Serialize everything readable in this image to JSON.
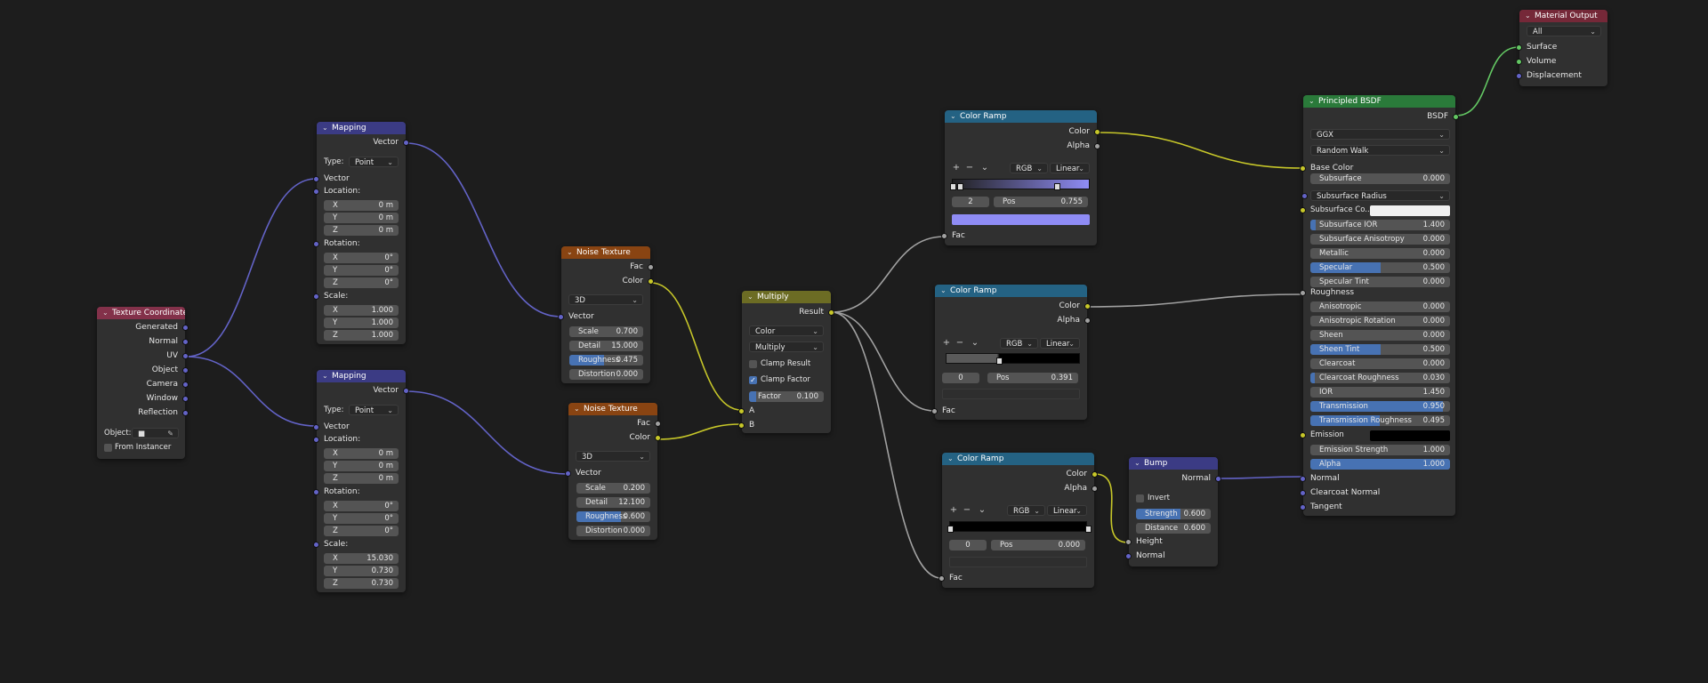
{
  "colors": {
    "vector_socket": "#6363c7",
    "color_socket": "#c7c729",
    "float_socket": "#a1a1a1",
    "shader_socket": "#63c763",
    "hdr_input": "#83314a",
    "hdr_vector": "#3b3b84",
    "hdr_texture": "#894412",
    "hdr_converter": "#246283",
    "hdr_color": "#6c6c24",
    "hdr_shader": "#2a7a3a",
    "hdr_output": "#752838"
  },
  "icons": {
    "collapse": "chevron-down-icon",
    "eyedropper": "eyedropper-icon",
    "add": "plus-icon",
    "remove": "minus-icon"
  },
  "texcoord": {
    "title": "Texture Coordinate",
    "outputs": [
      "Generated",
      "Normal",
      "UV",
      "Object",
      "Camera",
      "Window",
      "Reflection"
    ],
    "object_label": "Object:",
    "from_instancer": "From Instancer"
  },
  "mapping1": {
    "title": "Mapping",
    "out": "Vector",
    "type_label": "Type:",
    "type_value": "Point",
    "vector_label": "Vector",
    "location_label": "Location:",
    "rotation_label": "Rotation:",
    "scale_label": "Scale:",
    "loc": [
      [
        "X",
        "0 m"
      ],
      [
        "Y",
        "0 m"
      ],
      [
        "Z",
        "0 m"
      ]
    ],
    "rot": [
      [
        "X",
        "0°"
      ],
      [
        "Y",
        "0°"
      ],
      [
        "Z",
        "0°"
      ]
    ],
    "scale": [
      [
        "X",
        "1.000"
      ],
      [
        "Y",
        "1.000"
      ],
      [
        "Z",
        "1.000"
      ]
    ]
  },
  "mapping2": {
    "title": "Mapping",
    "out": "Vector",
    "type_label": "Type:",
    "type_value": "Point",
    "vector_label": "Vector",
    "location_label": "Location:",
    "rotation_label": "Rotation:",
    "scale_label": "Scale:",
    "loc": [
      [
        "X",
        "0 m"
      ],
      [
        "Y",
        "0 m"
      ],
      [
        "Z",
        "0 m"
      ]
    ],
    "rot": [
      [
        "X",
        "0°"
      ],
      [
        "Y",
        "0°"
      ],
      [
        "Z",
        "0°"
      ]
    ],
    "scale": [
      [
        "X",
        "15.030"
      ],
      [
        "Y",
        "0.730"
      ],
      [
        "Z",
        "0.730"
      ]
    ]
  },
  "noise1": {
    "title": "Noise Texture",
    "out_fac": "Fac",
    "out_color": "Color",
    "dim": "3D",
    "vector_label": "Vector",
    "fields": [
      [
        "Scale",
        "0.700"
      ],
      [
        "Detail",
        "15.000"
      ],
      [
        "Roughness",
        "0.475"
      ],
      [
        "Distortion",
        "0.000"
      ]
    ],
    "roughness_fill": 0.475
  },
  "noise2": {
    "title": "Noise Texture",
    "out_fac": "Fac",
    "out_color": "Color",
    "dim": "3D",
    "vector_label": "Vector",
    "fields": [
      [
        "Scale",
        "0.200"
      ],
      [
        "Detail",
        "12.100"
      ],
      [
        "Roughness",
        "0.600"
      ],
      [
        "Distortion",
        "0.000"
      ]
    ],
    "roughness_fill": 0.6
  },
  "multiply": {
    "title": "Multiply",
    "out": "Result",
    "mode": "Color",
    "op": "Multiply",
    "clamp_result": "Clamp Result",
    "clamp_factor": "Clamp Factor",
    "factor_label": "Factor",
    "factor_value": "0.100",
    "factor_fill": 0.1,
    "in_a": "A",
    "in_b": "B"
  },
  "ramp1": {
    "title": "Color Ramp",
    "out_color": "Color",
    "out_alpha": "Alpha",
    "mode": "RGB",
    "interp": "Linear",
    "index": "2",
    "pos_label": "Pos",
    "pos_value": "0.755",
    "swatch": "#8f8cf5",
    "ramp_start": "#202020",
    "ramp_end": "#8f8cf5",
    "stops": [
      0.0,
      0.05,
      0.755
    ],
    "in_fac": "Fac"
  },
  "ramp2": {
    "title": "Color Ramp",
    "out_color": "Color",
    "out_alpha": "Alpha",
    "mode": "RGB",
    "interp": "Linear",
    "index": "0",
    "pos_label": "Pos",
    "pos_value": "0.391",
    "swatch": "#2e2e2e",
    "ramp_start": "#5a5a5a",
    "ramp_end": "#000000",
    "stops": [
      0.391
    ],
    "in_fac": "Fac"
  },
  "ramp3": {
    "title": "Color Ramp",
    "out_color": "Color",
    "out_alpha": "Alpha",
    "mode": "RGB",
    "interp": "Linear",
    "index": "0",
    "pos_label": "Pos",
    "pos_value": "0.000",
    "swatch": "#2e2e2e",
    "ramp_start": "#000000",
    "ramp_end": "#000000",
    "stops": [
      0.0,
      1.0
    ],
    "in_fac": "Fac"
  },
  "bump": {
    "title": "Bump",
    "out": "Normal",
    "invert": "Invert",
    "fields": [
      [
        "Strength",
        "0.600"
      ],
      [
        "Distance",
        "0.600"
      ]
    ],
    "strength_fill": 0.6,
    "in_height": "Height",
    "in_normal": "Normal"
  },
  "bsdf": {
    "title": "Principled BSDF",
    "out": "BSDF",
    "distribution": "GGX",
    "subsurface_method": "Random Walk",
    "base_color": "Base Color",
    "subsurface_radius": "Subsurface Radius",
    "subsurface_color": "Subsurface Co...",
    "roughness": "Roughness",
    "emission": "Emission",
    "normal": "Normal",
    "clearcoat_normal": "Clearcoat Normal",
    "tangent": "Tangent",
    "fields_a": [
      [
        "Subsurface",
        "0.000",
        0
      ]
    ],
    "fields_b": [
      [
        "Subsurface IOR",
        "1.400",
        0.04
      ],
      [
        "Subsurface Anisotropy",
        "0.000",
        0
      ],
      [
        "Metallic",
        "0.000",
        0
      ],
      [
        "Specular",
        "0.500",
        0.5
      ],
      [
        "Specular Tint",
        "0.000",
        0
      ]
    ],
    "fields_c": [
      [
        "Anisotropic",
        "0.000",
        0
      ],
      [
        "Anisotropic Rotation",
        "0.000",
        0
      ],
      [
        "Sheen",
        "0.000",
        0
      ],
      [
        "Sheen Tint",
        "0.500",
        0.5
      ],
      [
        "Clearcoat",
        "0.000",
        0
      ],
      [
        "Clearcoat Roughness",
        "0.030",
        0.03
      ],
      [
        "IOR",
        "1.450",
        0
      ],
      [
        "Transmission",
        "0.950",
        0.95
      ],
      [
        "Transmission Roughness",
        "0.495",
        0.495
      ]
    ],
    "fields_d": [
      [
        "Emission Strength",
        "1.000",
        0
      ],
      [
        "Alpha",
        "1.000",
        1
      ]
    ]
  },
  "output": {
    "title": "Material Output",
    "target": "All",
    "inputs": [
      "Surface",
      "Volume",
      "Displacement"
    ]
  }
}
